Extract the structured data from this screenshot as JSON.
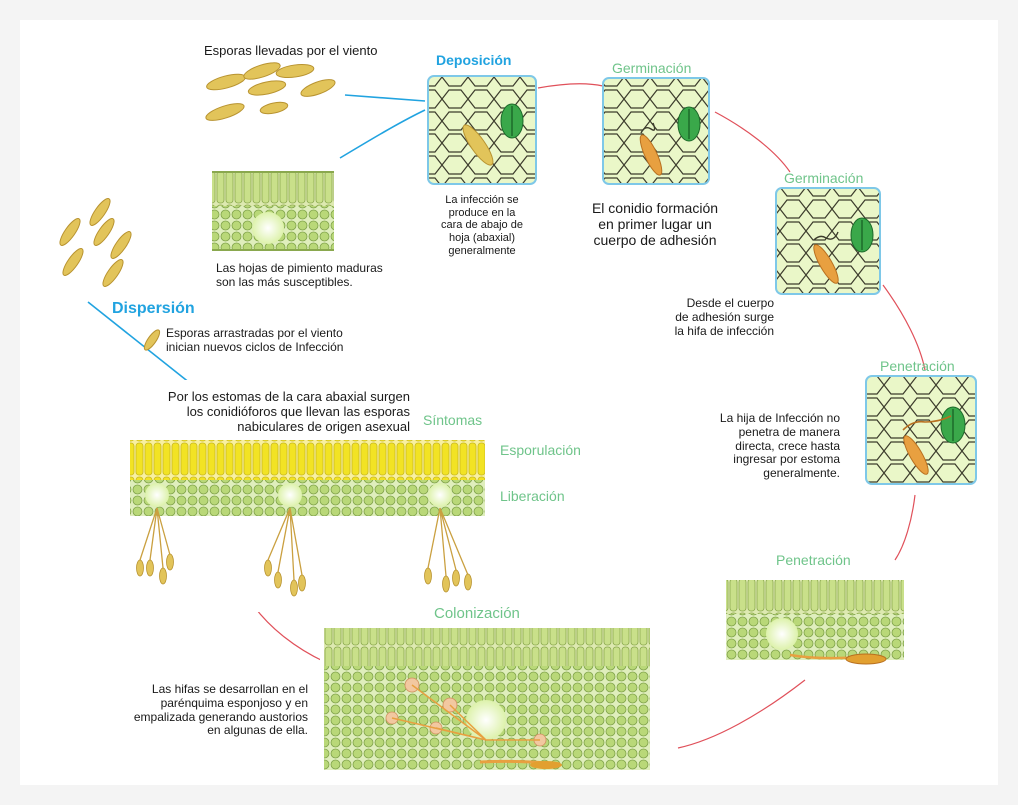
{
  "colors": {
    "stage_green": "#6fc48a",
    "stage_blue": "#21a3e0",
    "cycle_red": "#e0505a",
    "spore": "#e2c45a",
    "sporulation_yellow": "#f2e324",
    "cell_green": "#b9d878",
    "stomata_green": "#3aa84a",
    "hypha_orange": "#e8a040"
  },
  "stages": {
    "deposicion": "Deposición",
    "germinacion1": "Germinación",
    "germinacion2": "Germinación",
    "penetracion1": "Penetración",
    "penetracion2": "Penetración",
    "colonizacion": "Colonización",
    "sintomas": "Síntomas",
    "esporulacion": "Esporulación",
    "liberacion": "Liberación",
    "dispersion": "Dispersión"
  },
  "texts": {
    "wind_spores": "Esporas llevadas por el viento",
    "infection_face": "La infección se\nproduce en la\ncara de abajo de\nhoja (abaxial)\ngeneralmente",
    "adhesion_body": "El conidio formación\nen primer lugar  un\ncuerpo de adhesión",
    "susceptible_leaves": "Las hojas de pimiento maduras\nson las más susceptibles.",
    "infection_hypha": "Desde el cuerpo\nde adhesión surge\nla hifa de infección",
    "dispersion_desc": "Esporas arrastradas por el viento\ninician nuevos ciclos de Infección",
    "penetration_desc": "La hija de Infección no\npenetra de manera\ndirecta, crece hasta\ningresar por estoma\ngeneralmente.",
    "conidiophores": "Por los estomas de la cara abaxial surgen\nlos conidióforos que llevan las esporas\nnabiculares de origen asexual",
    "colonization_desc": "Las hifas se desarrollan en el\nparénquima esponjoso y en\nempalizada generando austorios\nen algunas de ella."
  }
}
